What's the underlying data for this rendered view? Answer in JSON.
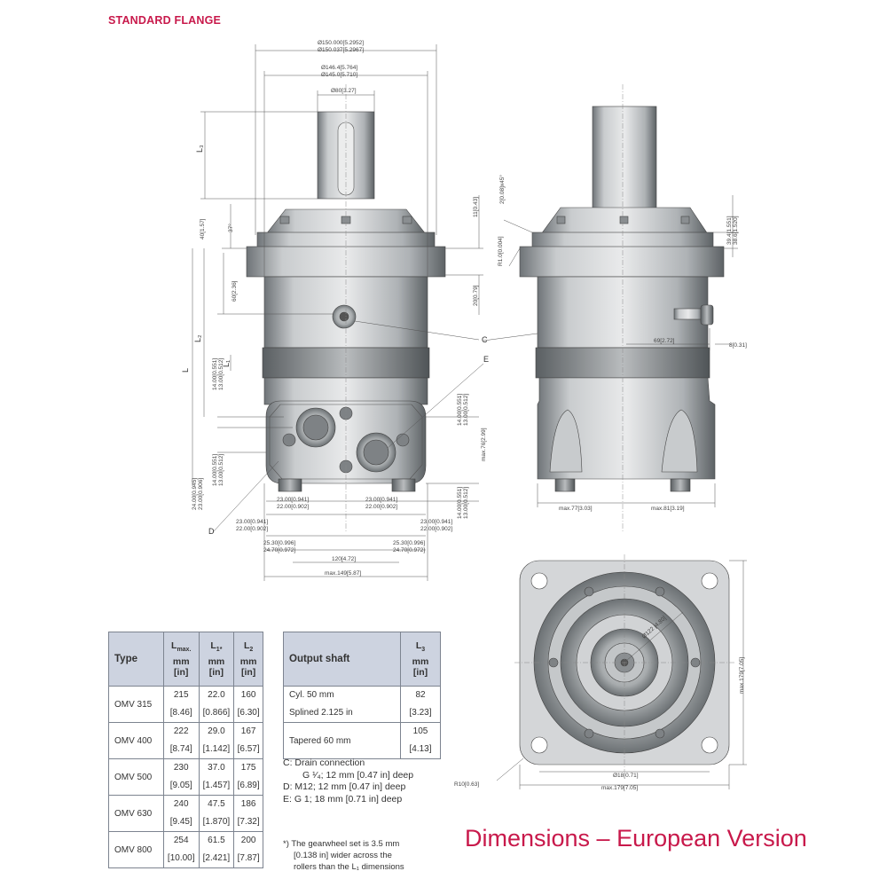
{
  "heading": "STANDARD FLANGE",
  "big_title": "Dimensions – European Version",
  "callouts": {
    "c": "C",
    "d": "D",
    "e": "E"
  },
  "front_dims": {
    "d150": "Ø150.000[5.2952]",
    "d150b": "Ø150.037[5.2967]",
    "d146": "Ø146.4[5.764]",
    "d145": "Ø145.0[5.710]",
    "d80": "Ø80[3.27]",
    "l3": "L₃",
    "l2": "L₂",
    "l": "L",
    "l1": "L₁",
    "d40": "40[1.57]",
    "d37": "37°",
    "d11": "11[0.43]",
    "d60": "60[2.36]",
    "d20": "20[0.79]",
    "d14a": "14.00[0.551]",
    "d13a": "13.00[0.512]",
    "d14b": "14.00[0.551]",
    "d13b": "13.00[0.512]",
    "d14c": "14.00[0.551]",
    "d13c": "13.00[0.512]",
    "d14d": "14.00[0.551]",
    "d13d": "13.00[0.512]",
    "dmax": "max.76[2.99]",
    "d24": "24.00[0.945]",
    "d23a": "23.00[0.906]",
    "d23b": "23.00[0.941]",
    "d22b": "22.00[0.902]",
    "d23c": "23.00[0.941]",
    "d22c": "22.00[0.902]",
    "d23d": "23.00[0.941]",
    "d22d": "22.00[0.902]",
    "d23e": "23.00[0.941]",
    "d22e": "22.00[0.902]",
    "d25a": "25.30[0.996]",
    "d24a": "24.70[0.972]",
    "d25b": "25.30[0.996]",
    "d24b": "24.70[0.972]",
    "d120": "120[4.72]",
    "dmax149": "max.149[5.87]"
  },
  "side_dims": {
    "chamfer": "2[0.08]x45°",
    "r1": "R1.0[0.004]",
    "d39": "39.4[1.551]",
    "d38": "38.6[1.520]",
    "d69": "69[2.72]",
    "d8": "8[0.31]",
    "max77": "max.77[3.03]",
    "max81": "max.81[3.19]"
  },
  "bottom_dims": {
    "d122": "Ø122 [4.80]",
    "max179v": "max.179[7.05]",
    "d18": "Ø18[0.71]",
    "r10": "R10[0.63]",
    "max179h": "max.179[7.05]"
  },
  "type_table": {
    "headers": {
      "type": "Type",
      "lmax": {
        "sym": "L",
        "sub": "max.",
        "unit": "mm",
        "unit_in": "[in]"
      },
      "l1": {
        "sym": "L",
        "sub": "1*",
        "unit": "mm",
        "unit_in": "[in]"
      },
      "l2": {
        "sym": "L",
        "sub": "2",
        "unit": "mm",
        "unit_in": "[in]"
      }
    },
    "rows": [
      {
        "type": "OMV 315",
        "lmax": "215",
        "lmax_in": "[8.46]",
        "l1": "22.0",
        "l1_in": "[0.866]",
        "l2": "160",
        "l2_in": "[6.30]"
      },
      {
        "type": "OMV 400",
        "lmax": "222",
        "lmax_in": "[8.74]",
        "l1": "29.0",
        "l1_in": "[1.142]",
        "l2": "167",
        "l2_in": "[6.57]"
      },
      {
        "type": "OMV 500",
        "lmax": "230",
        "lmax_in": "[9.05]",
        "l1": "37.0",
        "l1_in": "[1.457]",
        "l2": "175",
        "l2_in": "[6.89]"
      },
      {
        "type": "OMV 630",
        "lmax": "240",
        "lmax_in": "[9.45]",
        "l1": "47.5",
        "l1_in": "[1.870]",
        "l2": "186",
        "l2_in": "[7.32]"
      },
      {
        "type": "OMV 800",
        "lmax": "254",
        "lmax_in": "[10.00]",
        "l1": "61.5",
        "l1_in": "[2.421]",
        "l2": "200",
        "l2_in": "[7.87]"
      }
    ]
  },
  "shaft_table": {
    "headers": {
      "output": "Output shaft",
      "l3": {
        "sym": "L",
        "sub": "3",
        "unit": "mm",
        "unit_in": "[in]"
      }
    },
    "rows": [
      {
        "label": "Cyl. 50 mm",
        "l3": "82"
      },
      {
        "label": "Splined 2.125 in",
        "l3": "[3.23]"
      },
      {
        "label": "Tapered 60 mm",
        "l3": "105",
        "l3_in": "[4.13]"
      }
    ]
  },
  "notes": {
    "c1": "C:  Drain connection",
    "c2": "G ¹⁄₄; 12 mm [0.47 in] deep",
    "d": "D:  M12; 12 mm [0.47 in] deep",
    "e": "E:  G 1; 18 mm [0.71 in] deep"
  },
  "footnote": {
    "l1": "*)  The gearwheel set is 3.5 mm",
    "l2": "[0.138 in] wider across the",
    "l3": "rollers than the L₁ dimensions"
  }
}
